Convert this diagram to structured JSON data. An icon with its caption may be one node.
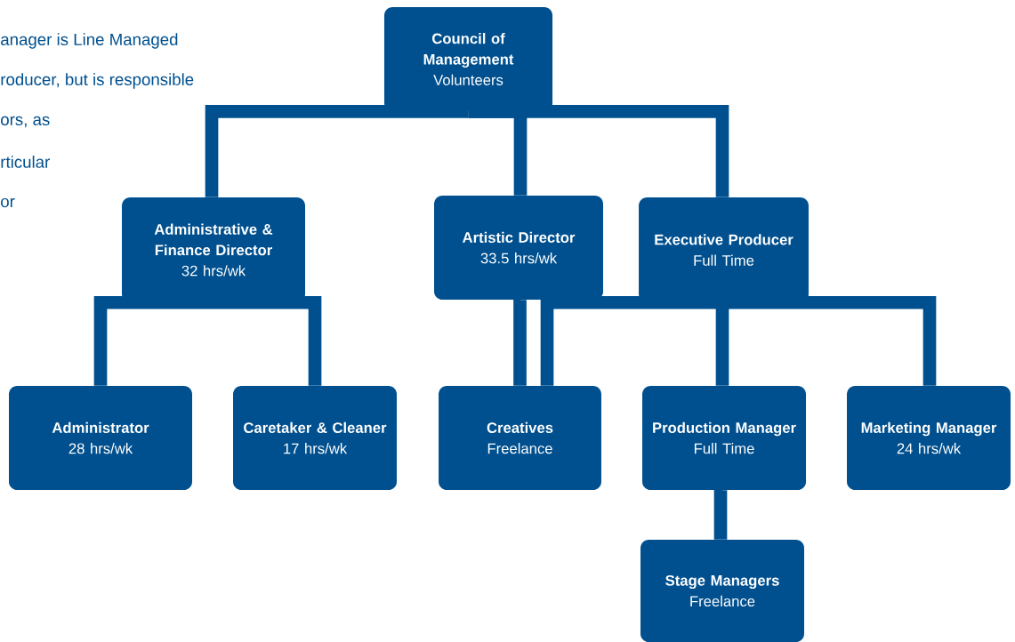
{
  "diagram": {
    "nodes": [
      {
        "text": [
          "Council of Management",
          "Volunteers"
        ]
      },
      {
        "text": [
          "Administrative & Finance Director",
          "32 hrs/wk"
        ]
      },
      {
        "text": [
          "Artistic Director",
          "33.5 hrs/wk"
        ]
      },
      {
        "text": [
          "Executive Producer",
          "Full Time"
        ]
      },
      {
        "text": [
          "Administrator",
          "28 hrs/wk"
        ]
      },
      {
        "text": [
          "Caretaker & Cleaner",
          "17 hrs/wk"
        ]
      },
      {
        "text": [
          "Creatives",
          "Freelance"
        ]
      },
      {
        "text": [
          "Production Manager",
          "Full Time"
        ]
      },
      {
        "text": [
          "Marketing Manager",
          "24 hrs/wk"
        ]
      },
      {
        "text": [
          "Stage Managers",
          "Freelance"
        ]
      }
    ],
    "edges": [
      {
        "from": 0,
        "to": 1,
        "arrow": "none"
      },
      {
        "from": 0,
        "to": 2,
        "arrow": "none"
      },
      {
        "from": 0,
        "to": 3,
        "arrow": "none"
      },
      {
        "from": 1,
        "to": 4,
        "arrow": "none"
      },
      {
        "from": 1,
        "to": 5,
        "arrow": "none"
      },
      {
        "from": 2,
        "to": 6,
        "arrow": "none"
      },
      {
        "from": 3,
        "to": 6,
        "arrow": "none"
      },
      {
        "from": 3,
        "to": 7,
        "arrow": "none"
      },
      {
        "from": 3,
        "to": 8,
        "arrow": "none"
      },
      {
        "from": 7,
        "to": 9,
        "arrow": "none"
      }
    ],
    "labels": [
      "anager is Line Managed",
      "roducer, but is responsible",
      "ors, as",
      "rticular",
      "or"
    ]
  }
}
